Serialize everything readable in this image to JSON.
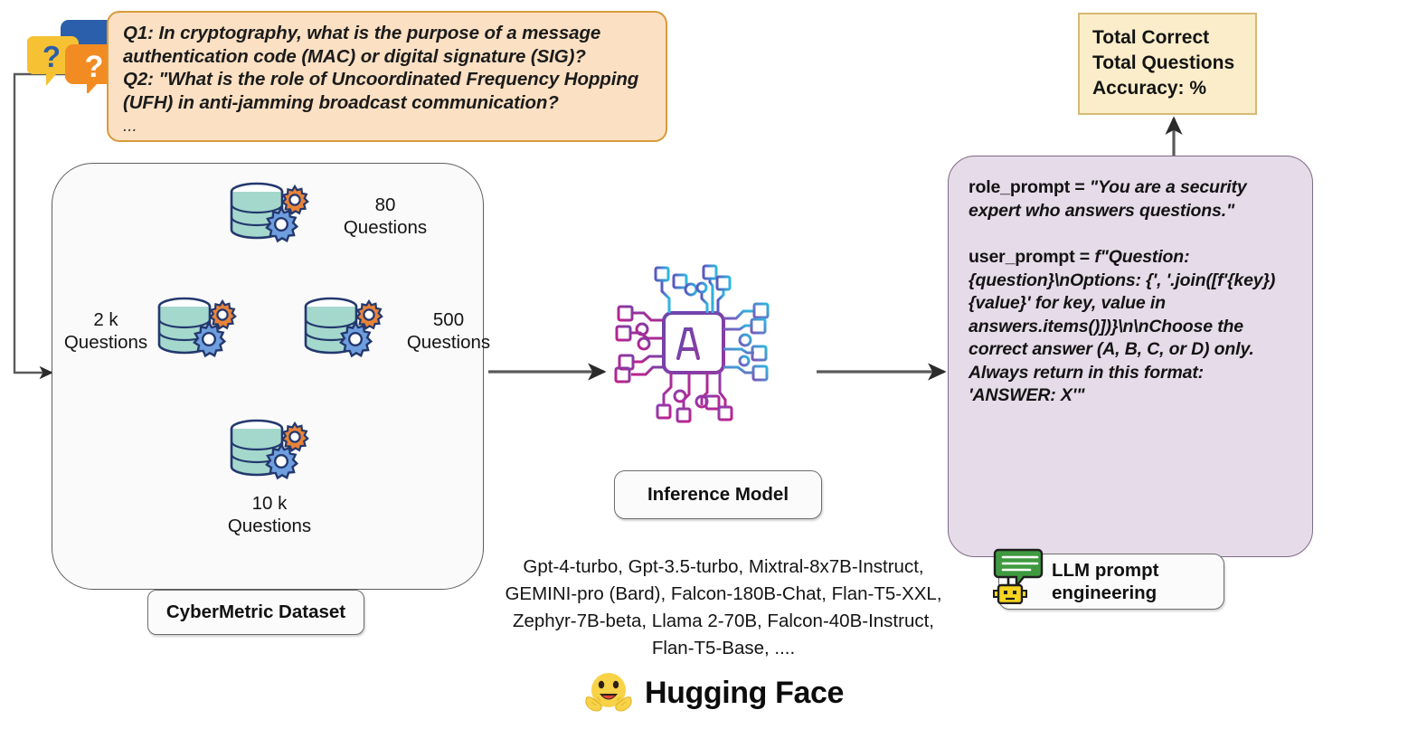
{
  "question_panel": {
    "icon_name": "question-bubbles-icon",
    "lines": [
      "Q1: In cryptography, what is the purpose of a message authentication code (MAC) or digital signature (SIG)?",
      "Q2: \"What is the role of Uncoordinated Frequency Hopping (UFH) in anti-jamming broadcast communication?"
    ],
    "ellipsis": "..."
  },
  "dataset": {
    "caption": "CyberMetric Dataset",
    "items": [
      {
        "id": "db-80",
        "count": "80",
        "unit": "Questions",
        "label": "80\nQuestions",
        "icon_name": "database-gears-icon"
      },
      {
        "id": "db-2k",
        "count": "2 k",
        "unit": "Questions",
        "label": "2 k\nQuestions",
        "icon_name": "database-gears-icon"
      },
      {
        "id": "db-500",
        "count": "500",
        "unit": "Questions",
        "label": "500\nQuestions",
        "icon_name": "database-gears-icon"
      },
      {
        "id": "db-10k",
        "count": "10 k",
        "unit": "Questions",
        "label": "10 k\nQuestions",
        "icon_name": "database-gears-icon"
      }
    ]
  },
  "inference": {
    "icon_name": "ai-chip-icon",
    "caption": "Inference Model",
    "models_text": "Gpt-4-turbo, Gpt-3.5-turbo, Mixtral-8x7B-Instruct, GEMINI-pro (Bard), Falcon-180B-Chat, Flan-T5-XXL, Zephyr-7B-beta, Llama 2-70B, Falcon-40B-Instruct, Flan-T5-Base, ....",
    "models": [
      "Gpt-4-turbo",
      "Gpt-3.5-turbo",
      "Mixtral-8x7B-Instruct",
      "GEMINI-pro (Bard)",
      "Falcon-180B-Chat",
      "Flan-T5-XXL",
      "Zephyr-7B-beta",
      "Llama 2-70B",
      "Falcon-40B-Instruct",
      "Flan-T5-Base",
      "...."
    ],
    "model_lines": [
      "Gpt-4-turbo, Gpt-3.5-turbo, Mixtral-8x7B-Instruct,",
      "GEMINI-pro (Bard), Falcon-180B-Chat, Flan-T5-XXL,",
      "Zephyr-7B-beta, Llama 2-70B, Falcon-40B-Instruct,",
      "Flan-T5-Base, ...."
    ],
    "platform": {
      "icon_name": "hugging-face-emoji-icon",
      "label": "Hugging Face"
    }
  },
  "prompt_panel": {
    "role_prompt_key": "role_prompt = ",
    "role_prompt_value": "\"You are a security expert who answers questions.\"",
    "user_prompt_key": "user_prompt = ",
    "user_prompt_value": "f\"Question: {question}\\nOptions: {', '.join([f'{key}) {value}' for key, value in answers.items()])}\\n\\nChoose the correct answer (A, B, C, or D) only. Always return in this format: 'ANSWER: X'\"",
    "caption": "LLM prompt\nengineering",
    "caption_icon_name": "chat-robot-icon"
  },
  "results_panel": {
    "lines": [
      "Total Correct",
      "Total Questions",
      "Accuracy: %"
    ]
  },
  "colors": {
    "question_box_fill": "#fbe0c3",
    "question_box_border": "#d99b3c",
    "dataset_box_fill": "#fafafa",
    "dataset_box_border": "#5e5e5e",
    "prompt_box_fill": "#e6dbe9",
    "prompt_box_border": "#7e6b86",
    "results_box_fill": "#fbedc9",
    "results_box_border": "#d6b973",
    "database_cylinder": "#a5d8cd",
    "gear_orange": "#e8833a",
    "gear_blue": "#6f9ede",
    "chip_left": "#b8268f",
    "chip_right": "#2eb7e0",
    "arrow": "#5a5a5a"
  }
}
